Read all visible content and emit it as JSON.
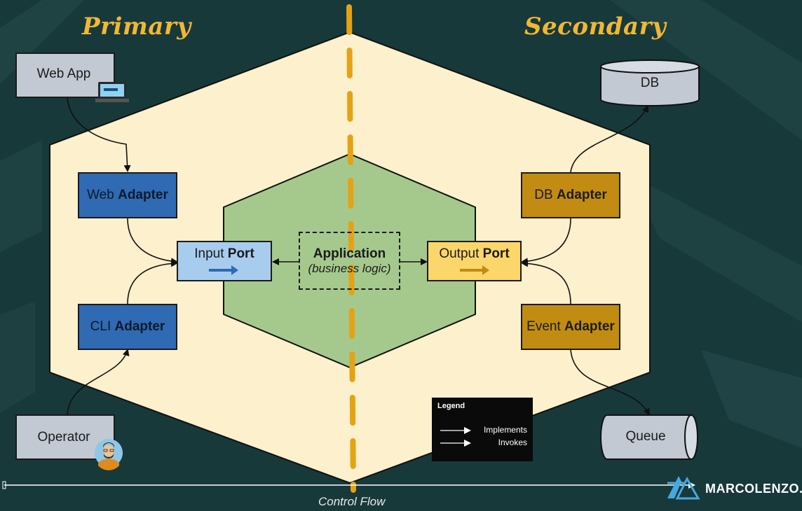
{
  "headings": {
    "primary": "Primary",
    "secondary": "Secondary"
  },
  "primary_actors": {
    "web_app": "Web App",
    "operator": "Operator"
  },
  "secondary_actors": {
    "db": "DB",
    "queue": "Queue"
  },
  "primary_adapters": {
    "web": {
      "prefix": "Web",
      "bold": "Adapter"
    },
    "cli": {
      "prefix": "CLI",
      "bold": "Adapter"
    }
  },
  "secondary_adapters": {
    "db": {
      "prefix": "DB",
      "bold": "Adapter"
    },
    "event": {
      "prefix": "Event",
      "bold": "Adapter"
    }
  },
  "ports": {
    "input": {
      "prefix": "Input",
      "bold": "Port"
    },
    "output": {
      "prefix": "Output",
      "bold": "Port"
    }
  },
  "application": {
    "title": "Application",
    "subtitle": "(business logic)"
  },
  "legend": {
    "title": "Legend",
    "implements": "Implements",
    "invokes": "Invokes"
  },
  "footer": {
    "control_flow": "Control Flow",
    "brand": "MARCOLENZO.EU"
  },
  "icons": [
    "laptop-icon",
    "avatar-icon",
    "brand-logo-icon"
  ],
  "colors": {
    "background": "#17393a",
    "outer_hexagon": "#fdf0cc",
    "inner_hexagon": "#a5c98d",
    "primary_adapter": "#2f6ab2",
    "secondary_adapter": "#c28c12",
    "input_port": "#a7ccee",
    "output_port": "#fbd66a",
    "accent": "#f1b734"
  }
}
